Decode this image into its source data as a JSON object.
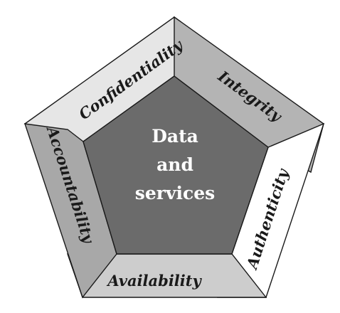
{
  "center": {
    "lines": [
      "Data",
      "and",
      "services"
    ],
    "fill": "#6b6b6b",
    "text_color": "#ffffff"
  },
  "segments": {
    "confidentiality": {
      "label": "Confidentiality",
      "fill": "#e6e6e6"
    },
    "integrity": {
      "label": "Integrity",
      "fill": "#b4b4b4"
    },
    "authenticity": {
      "label": "Authenticity",
      "fill": "#ffffff"
    },
    "availability": {
      "label": "Availability",
      "fill": "#cdcdcd"
    },
    "accountability": {
      "label": "Accountability",
      "fill": "#a8a8a8"
    }
  }
}
